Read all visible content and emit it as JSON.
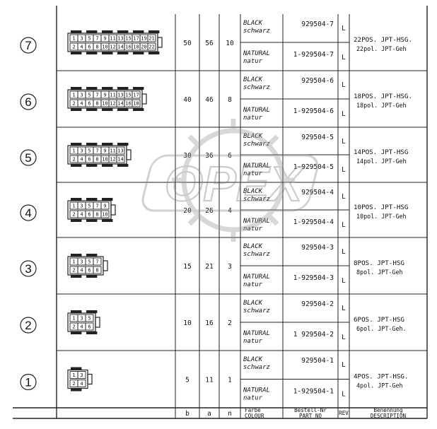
{
  "watermark": "OPEX",
  "colors": {
    "line": "#222222",
    "watermark": "#b8b8b8"
  },
  "header": {
    "b": "b",
    "a": "a",
    "n": "n",
    "farbe": "Farbe",
    "colour": "COLOUR",
    "bestell": "Bestell-Nr",
    "partno": "PART NO",
    "rev": "REV",
    "benennung": "Benennung",
    "description": "DESCRIPTION"
  },
  "rows": [
    {
      "index": "7",
      "b": "50",
      "a": "56",
      "n": "10",
      "c1_en": "BLACK",
      "c1_de": "schwarz",
      "pn1": "929504-7",
      "rev1": "L",
      "c2_en": "NATURAL",
      "c2_de": "natur",
      "pn2": "1-929504-7",
      "rev2": "L",
      "desc_en": "22POS. JPT-HSG.",
      "desc_de": "22pol. JPT-Geh",
      "pins_top": [
        "1",
        "3",
        "5",
        "7",
        "9",
        "11",
        "13",
        "15",
        "17",
        "19",
        "21"
      ],
      "pins_bottom": [
        "2",
        "4",
        "6",
        "8",
        "10",
        "12",
        "14",
        "16",
        "18",
        "20",
        "22"
      ]
    },
    {
      "index": "6",
      "b": "40",
      "a": "46",
      "n": "8",
      "c1_en": "BLACK",
      "c1_de": "schwarz",
      "pn1": "929504-6",
      "rev1": "L",
      "c2_en": "NATURAL",
      "c2_de": "natur",
      "pn2": "1-929504-6",
      "rev2": "L",
      "desc_en": "18POS. JPT-HSG.",
      "desc_de": "18pol. JPT-Geh",
      "pins_top": [
        "1",
        "3",
        "5",
        "7",
        "9",
        "11",
        "13",
        "15",
        "17"
      ],
      "pins_bottom": [
        "2",
        "4",
        "6",
        "8",
        "10",
        "12",
        "14",
        "16",
        "18"
      ]
    },
    {
      "index": "5",
      "b": "30",
      "a": "36",
      "n": "6",
      "c1_en": "BLACK",
      "c1_de": "schwarz",
      "pn1": "929504-5",
      "rev1": "L",
      "c2_en": "NATURAL",
      "c2_de": "natur",
      "pn2": "1-929504-5",
      "rev2": "L",
      "desc_en": "14POS. JPT-HSG",
      "desc_de": "14pol. JPT-Geh",
      "pins_top": [
        "1",
        "3",
        "5",
        "7",
        "9",
        "11",
        "13"
      ],
      "pins_bottom": [
        "2",
        "4",
        "6",
        "8",
        "10",
        "12",
        "14"
      ]
    },
    {
      "index": "4",
      "b": "20",
      "a": "26",
      "n": "4",
      "c1_en": "BLACK",
      "c1_de": "schwarz",
      "pn1": "929504-4",
      "rev1": "L",
      "c2_en": "NATURAL",
      "c2_de": "natur",
      "pn2": "1-929504-4",
      "rev2": "L",
      "desc_en": "10POS. JPT-HSG",
      "desc_de": "10pol. JPT-Geh",
      "pins_top": [
        "1",
        "3",
        "5",
        "7",
        "9"
      ],
      "pins_bottom": [
        "2",
        "4",
        "6",
        "8",
        "10"
      ]
    },
    {
      "index": "3",
      "b": "15",
      "a": "21",
      "n": "3",
      "c1_en": "BLACK",
      "c1_de": "schwarz",
      "pn1": "929504-3",
      "rev1": "L",
      "c2_en": "NATURAL",
      "c2_de": "natur",
      "pn2": "1-929504-3",
      "rev2": "L",
      "desc_en": "8POS. JPT-HSG",
      "desc_de": "8pol. JPT-Geh",
      "pins_top": [
        "1",
        "3",
        "5",
        "7"
      ],
      "pins_bottom": [
        "2",
        "4",
        "6",
        "8"
      ]
    },
    {
      "index": "2",
      "b": "10",
      "a": "16",
      "n": "2",
      "c1_en": "BLACK",
      "c1_de": "schwarz",
      "pn1": "929504-2",
      "rev1": "L",
      "c2_en": "NATURAL",
      "c2_de": "natur",
      "pn2": "1 929504-2",
      "rev2": "L",
      "desc_en": "6POS. JPT-HSG",
      "desc_de": "6pol. JPT-Geh.",
      "pins_top": [
        "1",
        "3",
        "5"
      ],
      "pins_bottom": [
        "2",
        "4",
        "6"
      ]
    },
    {
      "index": "1",
      "b": "5",
      "a": "11",
      "n": "1",
      "c1_en": "BLACK",
      "c1_de": "schwarz",
      "pn1": "929504-1",
      "rev1": "L",
      "c2_en": "NATURAL",
      "c2_de": "natur",
      "pn2": "1-929504-1",
      "rev2": "L",
      "desc_en": "4POS. JPT-HSG.",
      "desc_de": "4pol. JPT-Geh",
      "pins_top": [
        "1",
        "3"
      ],
      "pins_bottom": [
        "2",
        "4"
      ]
    }
  ]
}
